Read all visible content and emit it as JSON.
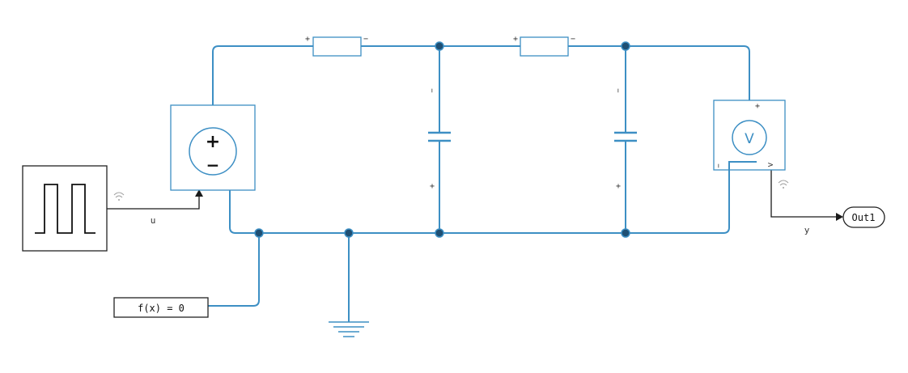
{
  "signal_labels": {
    "u": "u",
    "y": "y"
  },
  "blocks": {
    "outport_label": "Out1",
    "solver_label": "f(x) = 0",
    "voltage_sensor_symbol": "V",
    "voltage_source_plus": "+",
    "voltage_source_minus": "−"
  },
  "polarity": {
    "plus": "+",
    "minus": "−",
    "minus_short": "−",
    "sensor_plus": "+",
    "sensor_minus": "−",
    "sensor_output": ">"
  },
  "colors": {
    "physical_wire": "#3d8fc4",
    "signal_line": "#1a1a1a",
    "node": "#1f4f73"
  }
}
